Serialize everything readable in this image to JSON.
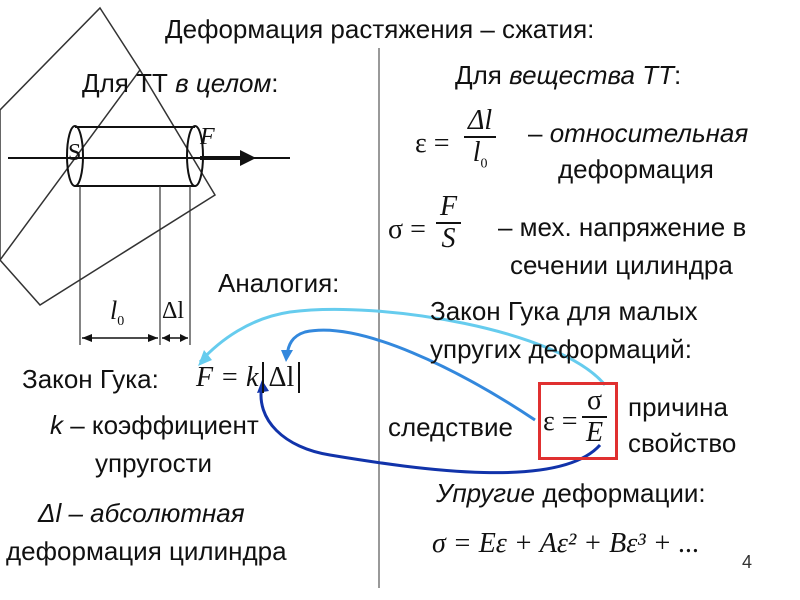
{
  "title": "Деформация растяжения – сжатия:",
  "left": {
    "heading_pre": "Для ТТ ",
    "heading_italic": "в целом",
    "heading_post": ":",
    "label_S": "S",
    "label_F": "F",
    "label_l0": "l",
    "label_l0_sub": "0",
    "label_dl": "Δl",
    "analogy": "Аналогия:",
    "hooke_label": "Закон Гука:",
    "hooke_formula_lhs": "F = k",
    "hooke_formula_arg": "Δl",
    "k_sym": "k",
    "k_desc": " – коэффициент",
    "k_desc2": "упругости",
    "dl_sym": "Δl – абсолютная",
    "dl_desc2": "деформация цилиндра"
  },
  "right": {
    "heading_pre": "Для ",
    "heading_italic": "вещества ТТ",
    "heading_post": ":",
    "eps_sym": "ε =",
    "eps_num": "Δl",
    "eps_den": "l",
    "eps_den_sub": "0",
    "eps_desc1_dash": "– ",
    "eps_desc1": "относительная",
    "eps_desc2": "деформация",
    "sigma_sym": "σ =",
    "sigma_num": "F",
    "sigma_den": "S",
    "sigma_desc1": "– мех. напряжение в",
    "sigma_desc2": "сечении цилиндра",
    "hooke_small1": "Закон Гука для малых",
    "hooke_small2": "упругих деформаций:",
    "consequence": "следствие",
    "hook_eq_lhs": "ε =",
    "hook_eq_num": "σ",
    "hook_eq_den": "E",
    "cause": "причина",
    "property": "свойство",
    "elastic_italic": "Упругие",
    "elastic_post": " деформации:",
    "series_formula": "σ = Eε + Aε² + Bε³ + ..."
  },
  "page_number": "4",
  "colors": {
    "arrow_light": "#66ccee",
    "arrow_mid": "#3388dd",
    "arrow_dark": "#1133aa",
    "box": "#e03030"
  }
}
